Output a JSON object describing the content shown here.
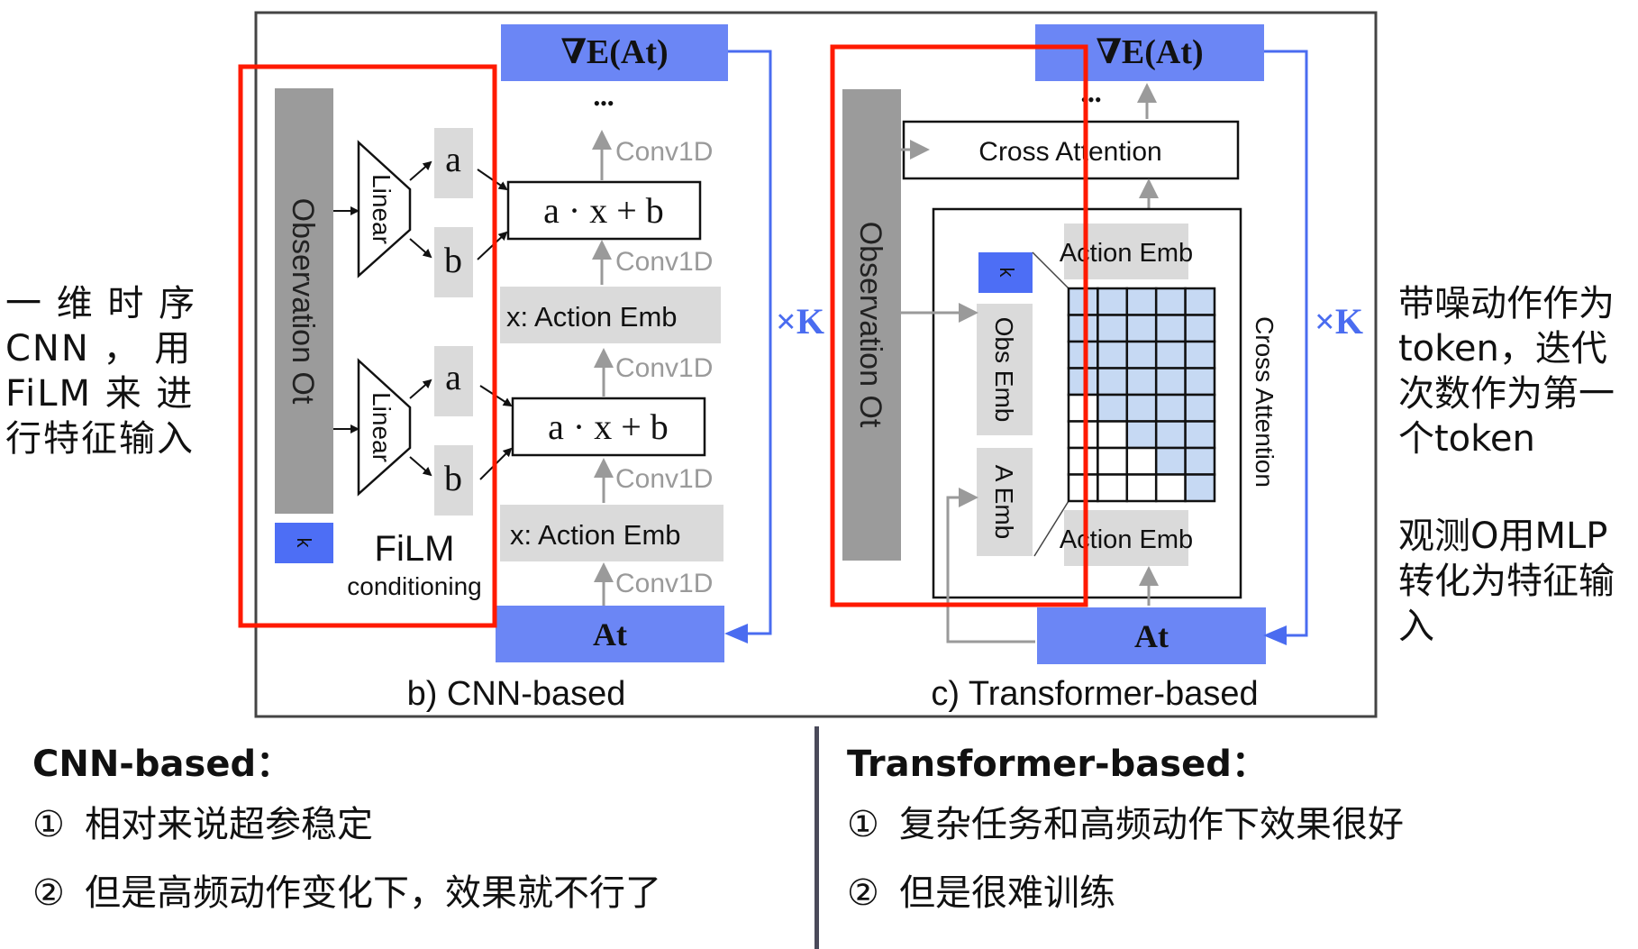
{
  "colors": {
    "accent_blue": "#6b86f5",
    "loop_blue": "#4a6cf0",
    "k_blue": "#4d6ef5",
    "highlight_red": "#ff1a00",
    "gray_block": "#9b9b9b",
    "light_gray": "#dadada",
    "attn_cell": "#c6d9f3",
    "conv_text": "#9a9a9a"
  },
  "cnn_panel": {
    "caption": "b) CNN-based",
    "output_label": "∇E(At)",
    "dots": "•••",
    "input_label": "At",
    "observation_label": "Observation Ot",
    "k_label": "k",
    "linear_label": "Linear",
    "a_label": "a",
    "b_label": "b",
    "film_formula": "a · x + b",
    "action_emb_label": "x: Action Emb",
    "conv_label": "Conv1D",
    "film_title": "FiLM",
    "film_subtitle": "conditioning",
    "loop_label": "×K"
  },
  "transformer_panel": {
    "caption": "c) Transformer-based",
    "output_label": "∇E(At)",
    "dots": "•••",
    "input_label": "At",
    "observation_label": "Observation Ot",
    "k_label": "k",
    "cross_attention_label": "Cross Attention",
    "side_attention_label": "Cross Attention",
    "action_emb_top": "Action Emb",
    "action_emb_bottom": "Action Emb",
    "obs_emb_label": "Obs Emb",
    "a_emb_label": "A Emb",
    "loop_label": "×K",
    "mask_grid": {
      "rows": 8,
      "cols": 5,
      "masked_cells_per_row": [
        0,
        0,
        0,
        0,
        1,
        2,
        3,
        4
      ]
    }
  },
  "annotations": {
    "left_note": "一维时序CNN，用FiLM来进行特征输入",
    "left_note_lines": [
      "一 维 时 序",
      "CNN ， 用",
      "FiLM 来 进",
      "行特征输入"
    ],
    "right_note_lines": [
      "带噪动作作为",
      "token，迭代",
      "次数作为第一",
      "个token"
    ],
    "right_note2_lines": [
      "观测O用MLP",
      "转化为特征输",
      "入"
    ]
  },
  "summary": {
    "cnn": {
      "title": "CNN-based：",
      "items": [
        {
          "num": "①",
          "text": "相对来说超参稳定"
        },
        {
          "num": "②",
          "text": "但是高频动作变化下，效果就不行了"
        }
      ]
    },
    "transformer": {
      "title": "Transformer-based：",
      "items": [
        {
          "num": "①",
          "text": "复杂任务和高频动作下效果很好"
        },
        {
          "num": "②",
          "text": "但是很难训练"
        }
      ]
    }
  }
}
